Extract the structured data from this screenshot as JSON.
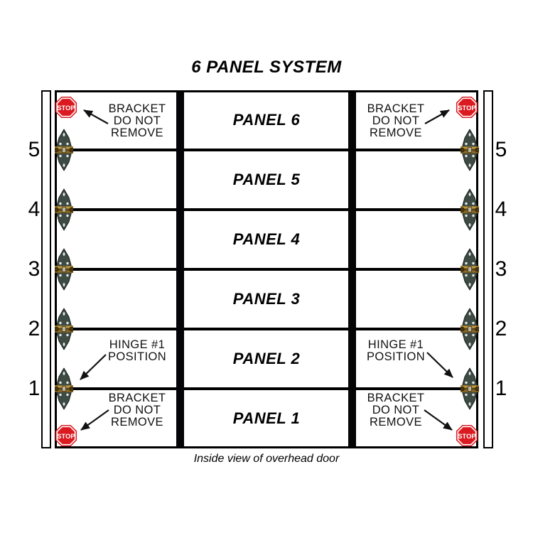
{
  "title": "6 PANEL SYSTEM",
  "caption": "Inside view of overhead door",
  "stop_sign_label": "STOP",
  "panels": [
    "PANEL 6",
    "PANEL 5",
    "PANEL 4",
    "PANEL 3",
    "PANEL 2",
    "PANEL 1"
  ],
  "hinge_positions_left": [
    "5",
    "4",
    "3",
    "2",
    "1"
  ],
  "hinge_positions_right": [
    "5",
    "4",
    "3",
    "2",
    "1"
  ],
  "notes": {
    "bracket": [
      "BRACKET",
      "DO NOT",
      "REMOVE"
    ],
    "hinge1": [
      "HINGE #1",
      "POSITION"
    ]
  },
  "colors": {
    "diagram_ink": "#000000",
    "stop_red": "#da1a20",
    "hinge_body": "#3d4b44",
    "hinge_pin_brass": "#a5802e"
  }
}
